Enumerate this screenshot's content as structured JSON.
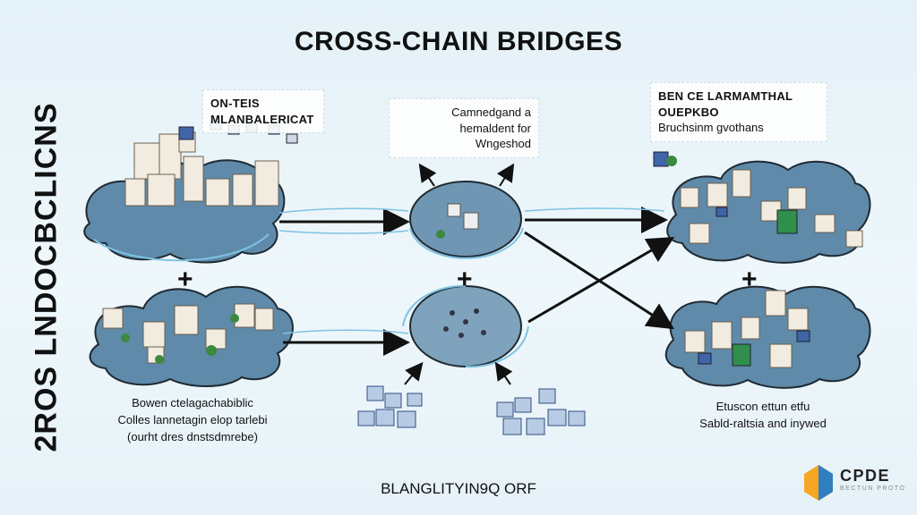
{
  "title": "CROSS-CHAIN BRIDGES",
  "side_label": "2ROS LNDOCBCLICNS",
  "top_left_box": {
    "line1": "ON-TEIS",
    "line2": "MLANBALERICAT"
  },
  "top_center_box": {
    "line1": "Camnedgand a",
    "line2": "hemaldent for",
    "line3": "Wngeshod"
  },
  "top_right_box": {
    "line1": "BEN CE LARMAMTHAL",
    "line2": "OUEPKBO",
    "line3": "Bruchsinm gvothans"
  },
  "bottom_left_caption": {
    "line1": "Bowen ctelagachabiblic",
    "line2": "Colles lannetagin elop tarlebi",
    "line3": "(ourht dres dnstsdmrebe)"
  },
  "bottom_right_caption": {
    "line1": "Etuscon ettun etfu",
    "line2": "Sabld-raltsia and inywed"
  },
  "bottom_label": "BLANGLITYIN9Q ORF",
  "plus_signs": [
    "+",
    "+",
    "+"
  ],
  "logo": {
    "text": "CPDE",
    "sub": "BECTUN PROTO"
  },
  "colors": {
    "cloud_fill": "#5f8aa9",
    "cloud_stroke": "#1f2a33",
    "accent_blue": "#2f7fc1",
    "logo_orange": "#f5a623",
    "logo_blue": "#2f7fc1"
  }
}
